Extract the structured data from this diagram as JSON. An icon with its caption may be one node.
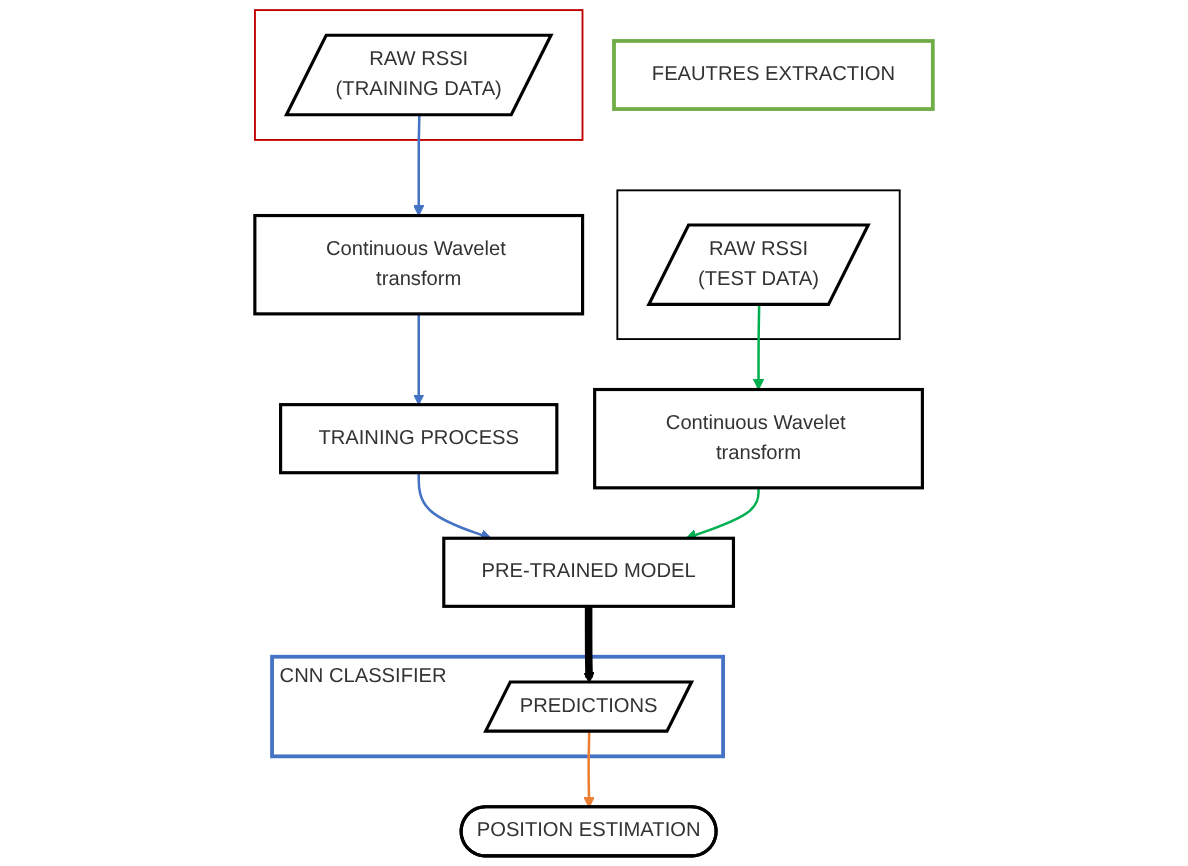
{
  "diagram": {
    "nodes": [
      {
        "text": [
          "FEAUTRES EXTRACTION"
        ]
      },
      {
        "text": [
          "CNN CLASSIFIER"
        ]
      },
      {
        "text": [],
        "shape": "box"
      },
      {
        "text": [],
        "shape": "box"
      },
      {
        "text": [
          "RAW RSSI",
          "(TRAINING DATA)"
        ],
        "in": 2
      },
      {
        "text": [
          "Continuous Wavelet transform"
        ]
      },
      {
        "text": [
          "TRAINING PROCESS"
        ]
      },
      {
        "text": [
          "RAW RSSI",
          "(TEST DATA)"
        ],
        "in": 3
      },
      {
        "text": [
          "Continuous Wavelet transform"
        ]
      },
      {
        "text": [
          "PRE-TRAINED MODEL"
        ]
      },
      {
        "text": [
          "PREDICTIONS"
        ],
        "in": 1
      },
      {
        "text": [
          "POSITION ESTIMATION"
        ]
      }
    ],
    "edges": [
      {
        "from": 4,
        "to": 5,
        "arrow": "to",
        "color": "#4472c4"
      },
      {
        "from": 5,
        "to": 6,
        "arrow": "to",
        "color": "#4472c4"
      },
      {
        "from": 6,
        "to": 9,
        "arrow": "to",
        "color": "#4472c4"
      },
      {
        "from": 7,
        "to": 8,
        "arrow": "to",
        "color": "#00b050"
      },
      {
        "from": 8,
        "to": 9,
        "arrow": "to",
        "color": "#00b050"
      },
      {
        "from": 9,
        "to": 10,
        "arrow": "to",
        "style": "thick",
        "color": "#000000"
      },
      {
        "from": 10,
        "to": 11,
        "arrow": "to",
        "color": "#ed7d31"
      }
    ]
  }
}
